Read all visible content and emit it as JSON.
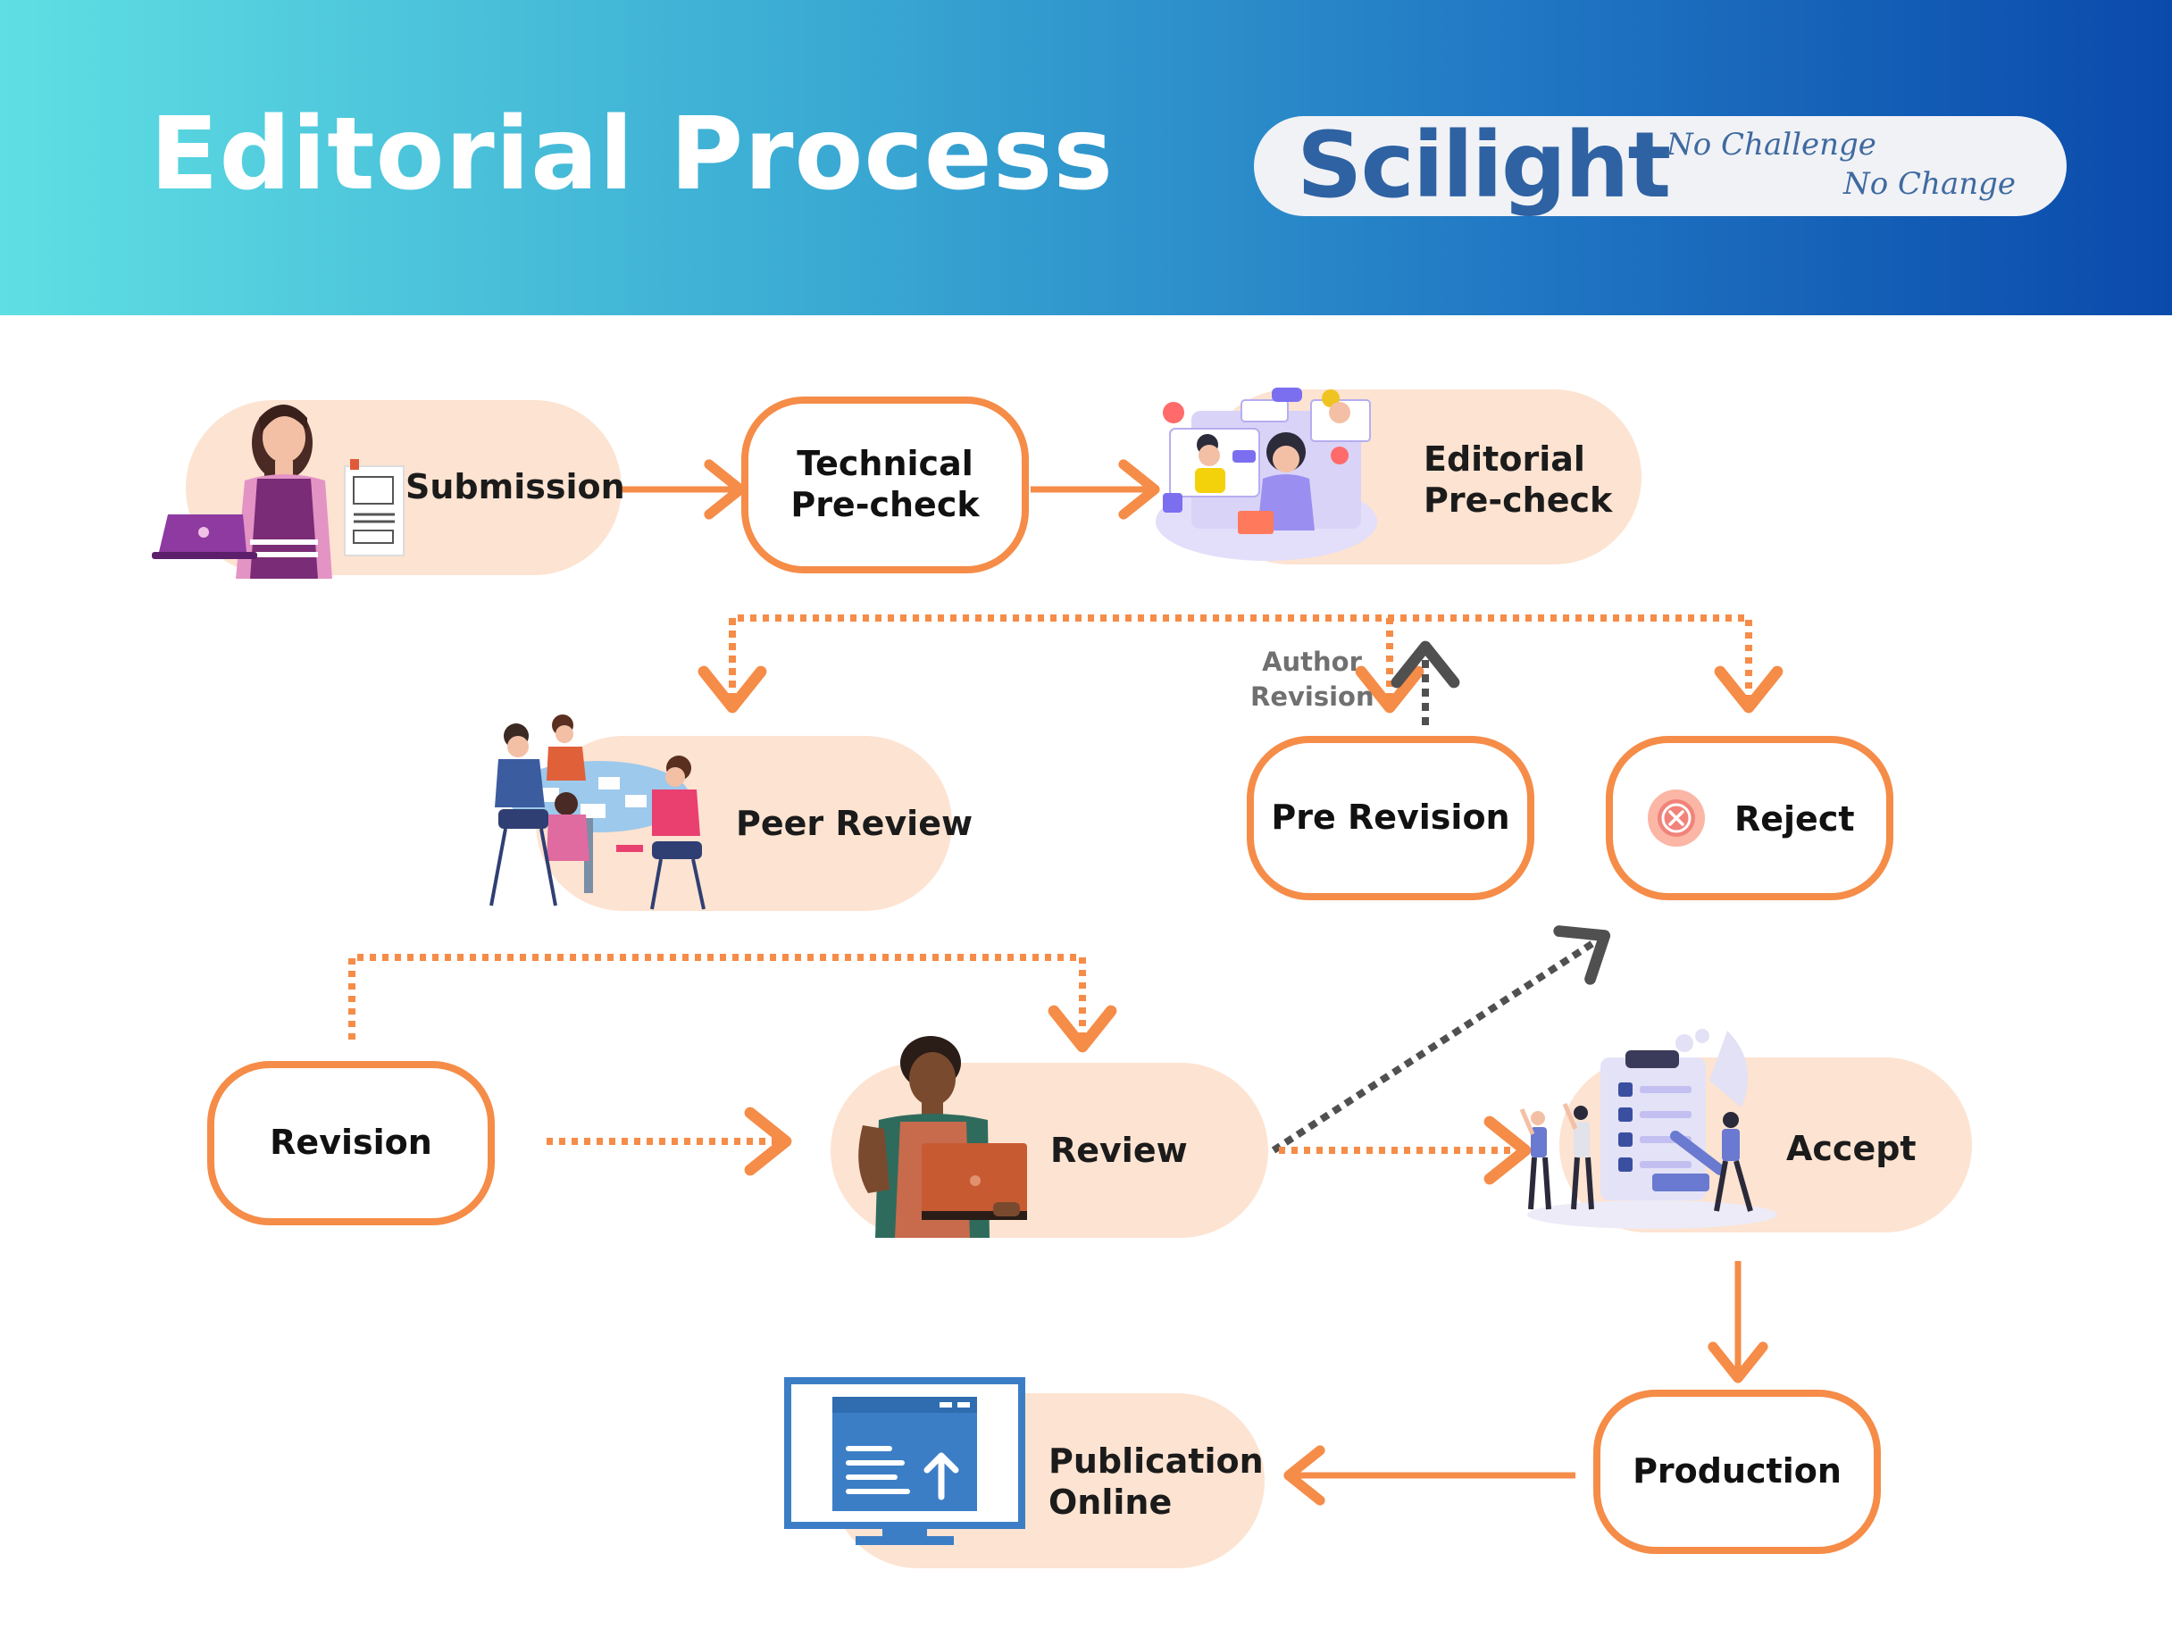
{
  "header": {
    "title": "Editorial Process",
    "brand": "Scilight",
    "tagline_line1": "No Challenge",
    "tagline_line2": "No Change"
  },
  "colors": {
    "accent": "#f58c48",
    "pill": "#fde3d1",
    "dark_arrow": "#505050",
    "header_start": "#5fdfe3",
    "header_end": "#0a4aab"
  },
  "steps": {
    "submission": "Submission",
    "technical_precheck": "Technical\nPre-check",
    "editorial_precheck": "Editorial\nPre-check",
    "peer_review": "Peer Review",
    "pre_revision": "Pre Revision",
    "reject": "Reject",
    "revision": "Revision",
    "review": "Review",
    "accept": "Accept",
    "production": "Production",
    "publication_online": "Publication\nOnline"
  },
  "annotations": {
    "author_revision": "Author\nRevision"
  },
  "icons": {
    "submission": "woman-with-laptop-and-document-icon",
    "editorial": "video-meeting-icon",
    "peer_review": "team-at-table-icon",
    "reject": "x-circle-icon",
    "review": "person-holding-laptop-icon",
    "accept": "checklist-team-icon",
    "publication": "monitor-upload-icon"
  }
}
